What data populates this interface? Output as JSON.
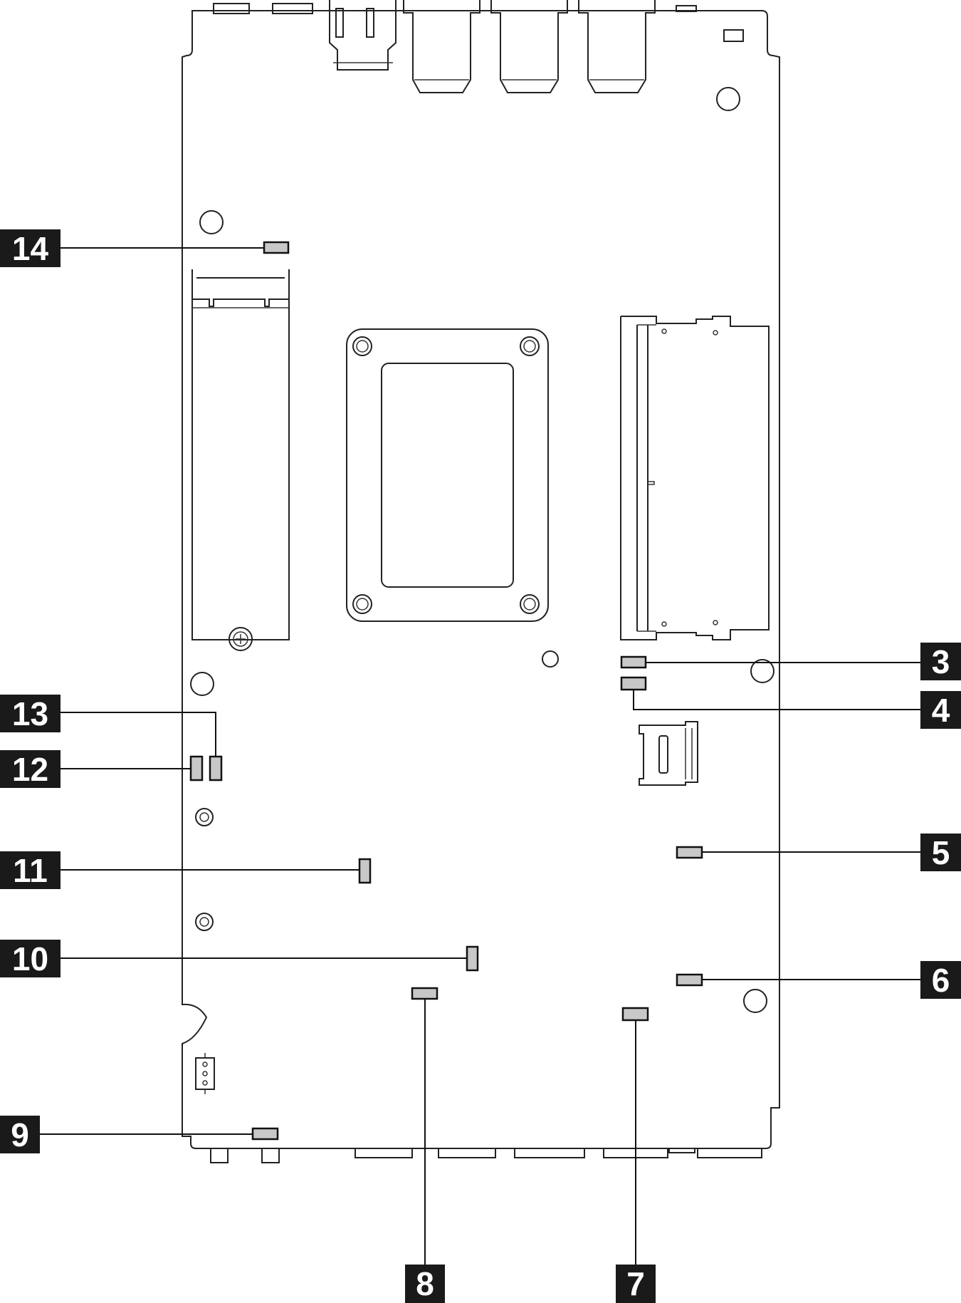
{
  "callouts": [
    {
      "id": "3",
      "label": "3"
    },
    {
      "id": "4",
      "label": "4"
    },
    {
      "id": "5",
      "label": "5"
    },
    {
      "id": "6",
      "label": "6"
    },
    {
      "id": "7",
      "label": "7"
    },
    {
      "id": "8",
      "label": "8"
    },
    {
      "id": "9",
      "label": "9"
    },
    {
      "id": "10",
      "label": "10"
    },
    {
      "id": "11",
      "label": "11"
    },
    {
      "id": "12",
      "label": "12"
    },
    {
      "id": "13",
      "label": "13"
    },
    {
      "id": "14",
      "label": "14"
    }
  ],
  "colors": {
    "callout_background": "#1a1a1a",
    "callout_text": "#ffffff",
    "connector_fill": "#c8c8c8",
    "outline": "#222222"
  }
}
